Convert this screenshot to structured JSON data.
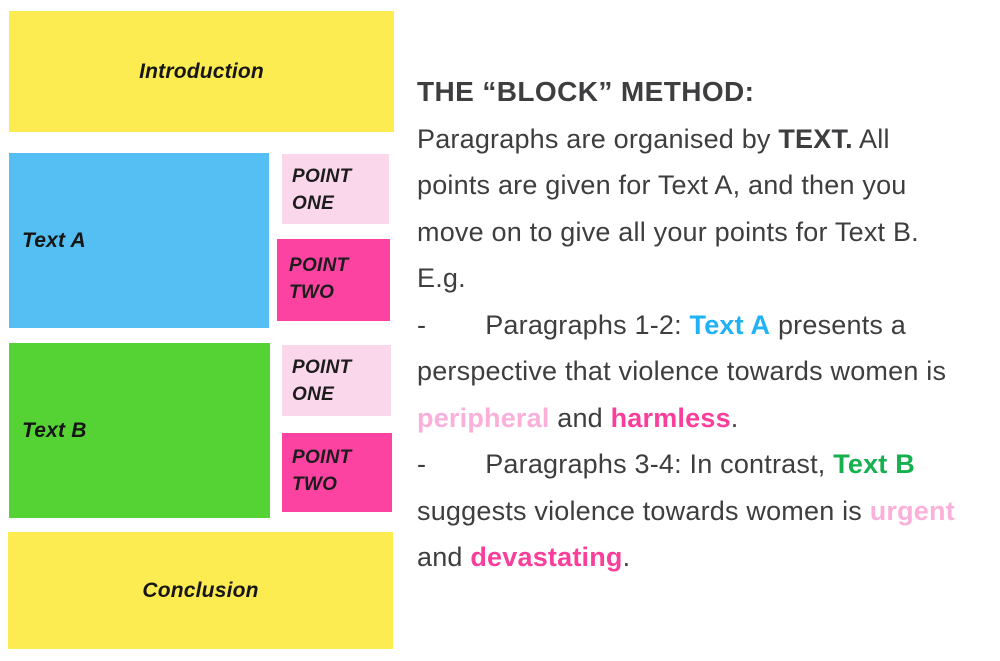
{
  "colors": {
    "block_yellow": "#FCEC52",
    "block_blue": "#55BEF3",
    "block_green": "#56D334",
    "block_light_pink": "#FBD7EC",
    "block_magenta": "#FC43A1",
    "body_text": "#3E3E40",
    "text_a_blue": "#1FB2F5",
    "text_b_green": "#17B04E",
    "highlight_light_pink": "#FBB0DA",
    "highlight_magenta": "#FA3E9C"
  },
  "diagram": {
    "introduction": "Introduction",
    "text_a": "Text A",
    "text_a_point_one": "POINT ONE",
    "text_a_point_two": "POINT TWO",
    "text_b": "Text B",
    "text_b_point_one": "POINT ONE",
    "text_b_point_two": "POINT TWO",
    "conclusion": "Conclusion"
  },
  "body": {
    "title": "THE “BLOCK” METHOD:",
    "line2": {
      "s1": "Paragraphs are organised by ",
      "s2": "TEXT.",
      "s3": " All"
    },
    "line3": "points are given for Text A, and then you",
    "line4": "move on to give all your points for Text B.",
    "line5": "E.g.",
    "line6": {
      "dash": "-",
      "s1": "Paragraphs 1-2: ",
      "s2": "Text A",
      "s3": " presents a"
    },
    "line7": "perspective that violence towards women is",
    "line8": {
      "s1": "peripheral",
      "s2": " and ",
      "s3": "harmless",
      "s4": "."
    },
    "line9": {
      "dash": "-",
      "s1": "Paragraphs 3-4: In contrast, ",
      "s2": "Text B"
    },
    "line10": {
      "s1": "suggests violence towards women is ",
      "s2": "urgent"
    },
    "line11": {
      "s1": "and ",
      "s2": "devastating",
      "s3": "."
    }
  }
}
